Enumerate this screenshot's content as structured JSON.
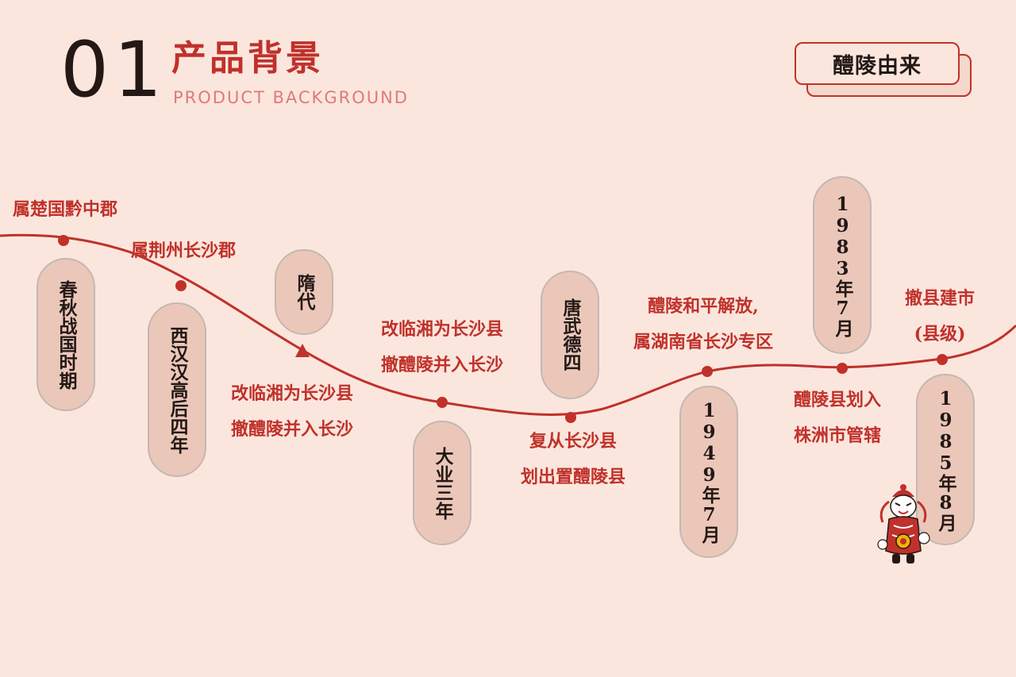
{
  "header": {
    "number": "01",
    "title": "产品背景",
    "subtitle": "PRODUCT BACKGROUND",
    "badge": "醴陵由来"
  },
  "colors": {
    "background": "#fbe6dd",
    "accent": "#c0312b",
    "pill": "#ebc7ba",
    "text": "#231815"
  },
  "periods": [
    "春秋战国时期",
    "西汉汉高后四年",
    "隋代",
    "大业三年",
    "唐武德四",
    "1949年7月",
    "1983年7月",
    "1985年8月"
  ],
  "events": {
    "e1": "属楚国黔中郡",
    "e2": "属荆州长沙郡",
    "e3": [
      "改临湘为长沙县",
      "撤醴陵并入长沙"
    ],
    "e4": [
      "改临湘为长沙县",
      "撤醴陵并入长沙"
    ],
    "e5": [
      "复从长沙县",
      "划出置醴陵县"
    ],
    "e6": [
      "醴陵和平解放,",
      "属湖南省长沙专区"
    ],
    "e7": [
      "醴陵县划入",
      "株洲市管辖"
    ],
    "e8": [
      "撤县建市",
      "(县级)"
    ]
  },
  "icons": {
    "mascot": "opera-mascot-icon"
  }
}
